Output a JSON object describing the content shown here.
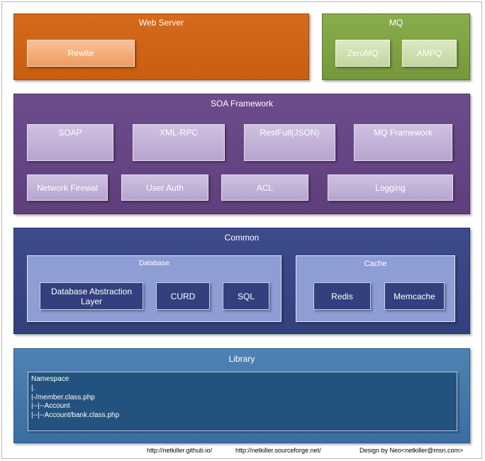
{
  "web_server": {
    "title": "Web Server",
    "items": [
      "Rewite"
    ]
  },
  "mq": {
    "title": "MQ",
    "items": [
      "ZeroMQ",
      "AMPQ"
    ]
  },
  "soa": {
    "title": "SOA Framework",
    "row1": [
      "SOAP",
      "XML-RPC",
      "RestFull(JSON)",
      "MQ Framework"
    ],
    "row2": [
      "Network Firewal",
      "User Auth",
      "ACL",
      "Logging"
    ]
  },
  "common": {
    "title": "Common",
    "database": {
      "title": "Database",
      "items": [
        "Database Abstraction Layer",
        "CURD",
        "SQL"
      ]
    },
    "cache": {
      "title": "Cache",
      "items": [
        "Redis",
        "Memcache"
      ]
    }
  },
  "library": {
    "title": "Library",
    "lines": [
      "Namespace",
      "|.",
      "|-/member.class.php",
      "|--|--Account",
      "|--|--Account/bank.class.php"
    ]
  },
  "footer": {
    "link1": "http://netkiller.github.io/",
    "link2": "http://netkiller.sourceforge.net/",
    "credit": "Design by Neo<netkiller@msn.com>"
  },
  "colors": {
    "web_server": "#c95d10",
    "mq": "#76983c",
    "soa": "#5e3f7c",
    "common": "#33407d",
    "library": "#3a6ea2"
  }
}
